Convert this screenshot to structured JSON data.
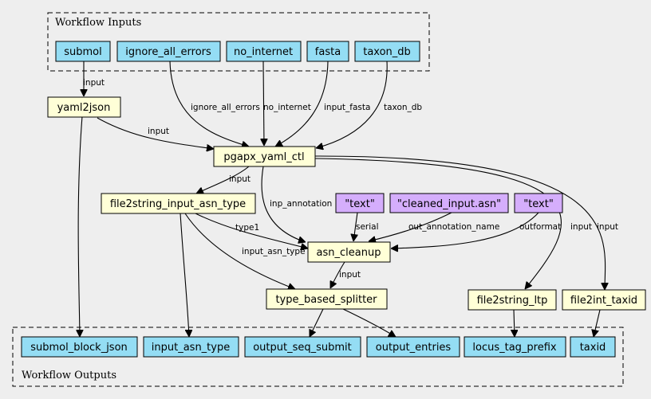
{
  "clusters": {
    "inputs_label": "Workflow Inputs",
    "outputs_label": "Workflow Outputs"
  },
  "colors": {
    "io_node": "#94ddf4",
    "step_node": "#ffffd7",
    "literal_node": "#d5aefc",
    "background": "#eeeeee"
  },
  "nodes": {
    "submol": "submol",
    "ignore_all_errors": "ignore_all_errors",
    "no_internet": "no_internet",
    "fasta": "fasta",
    "taxon_db": "taxon_db",
    "yaml2json": "yaml2json",
    "pgapx_yaml_ctl": "pgapx_yaml_ctl",
    "file2string_input_asn_type": "file2string_input_asn_type",
    "lit_text_1": "\"text\"",
    "lit_cleaned_input": "\"cleaned_input.asn\"",
    "lit_text_2": "\"text\"",
    "asn_cleanup": "asn_cleanup",
    "type_based_splitter": "type_based_splitter",
    "file2string_ltp": "file2string_ltp",
    "file2int_taxid": "file2int_taxid",
    "submol_block_json": "submol_block_json",
    "input_asn_type": "input_asn_type",
    "output_seq_submit": "output_seq_submit",
    "output_entries": "output_entries",
    "locus_tag_prefix": "locus_tag_prefix",
    "taxid": "taxid"
  },
  "edge_labels": {
    "submol_yaml2json": "input",
    "ignore_pgapx": "ignore_all_errors",
    "nointernet_pgapx": "no_internet",
    "fasta_pgapx": "input_fasta",
    "taxondb_pgapx": "taxon_db",
    "yaml2json_pgapx": "input",
    "pgapx_file2string": "input",
    "pgapx_asncleanup": "inp_annotation",
    "text1_asncleanup": "serial",
    "cleaned_asncleanup": "out_annotation_name",
    "text2_asncleanup": "outformat",
    "pgapx_ltp": "input",
    "pgapx_taxid": "input",
    "f2s_asncleanup": "type1",
    "f2s_splitter": "input_asn_type",
    "asncleanup_splitter": "input"
  }
}
